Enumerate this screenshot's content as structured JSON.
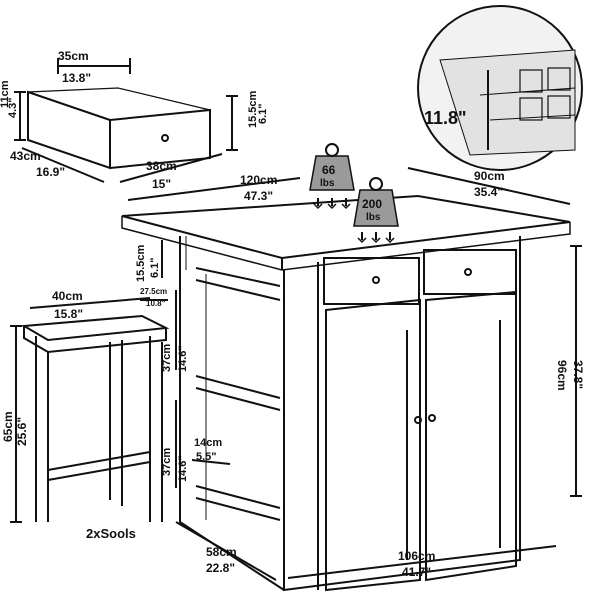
{
  "drawer": {
    "width_cm": "35cm",
    "width_in": "13.8\"",
    "height_cm": "11cm",
    "height_in": "4.3\"",
    "depth_cm": "43cm",
    "depth_in": "16.9\"",
    "length_cm": "38cm",
    "length_in": "15\"",
    "side_cm": "15.5cm",
    "side_in": "6.1\""
  },
  "inset": {
    "height_label": "11.8\""
  },
  "table": {
    "length_cm": "120cm",
    "length_in": "47.3\"",
    "depth_cm": "90cm",
    "depth_in": "35.4\"",
    "height_cm": "96cm",
    "height_in": "37.8\"",
    "base_width_cm": "106cm",
    "base_width_in": "41.7\"",
    "base_depth_cm": "58cm",
    "base_depth_in": "22.8\""
  },
  "weights": {
    "small_value": "66",
    "small_unit": "lbs",
    "large_value": "200",
    "large_unit": "lbs"
  },
  "shelves": {
    "top_cm": "15.5cm",
    "top_in": "6.1\"",
    "rack_cm": "27.5cm",
    "rack_in": "10.8\"",
    "mid_cm": "37cm",
    "mid_in": "14.6\"",
    "low_cm": "37cm",
    "low_in": "14.6\"",
    "gap_cm": "14cm",
    "gap_in": "5.5\""
  },
  "stool": {
    "width_cm": "40cm",
    "width_in": "15.8\"",
    "height_cm": "65cm",
    "height_in": "25.6\"",
    "caption": "2xSools"
  }
}
